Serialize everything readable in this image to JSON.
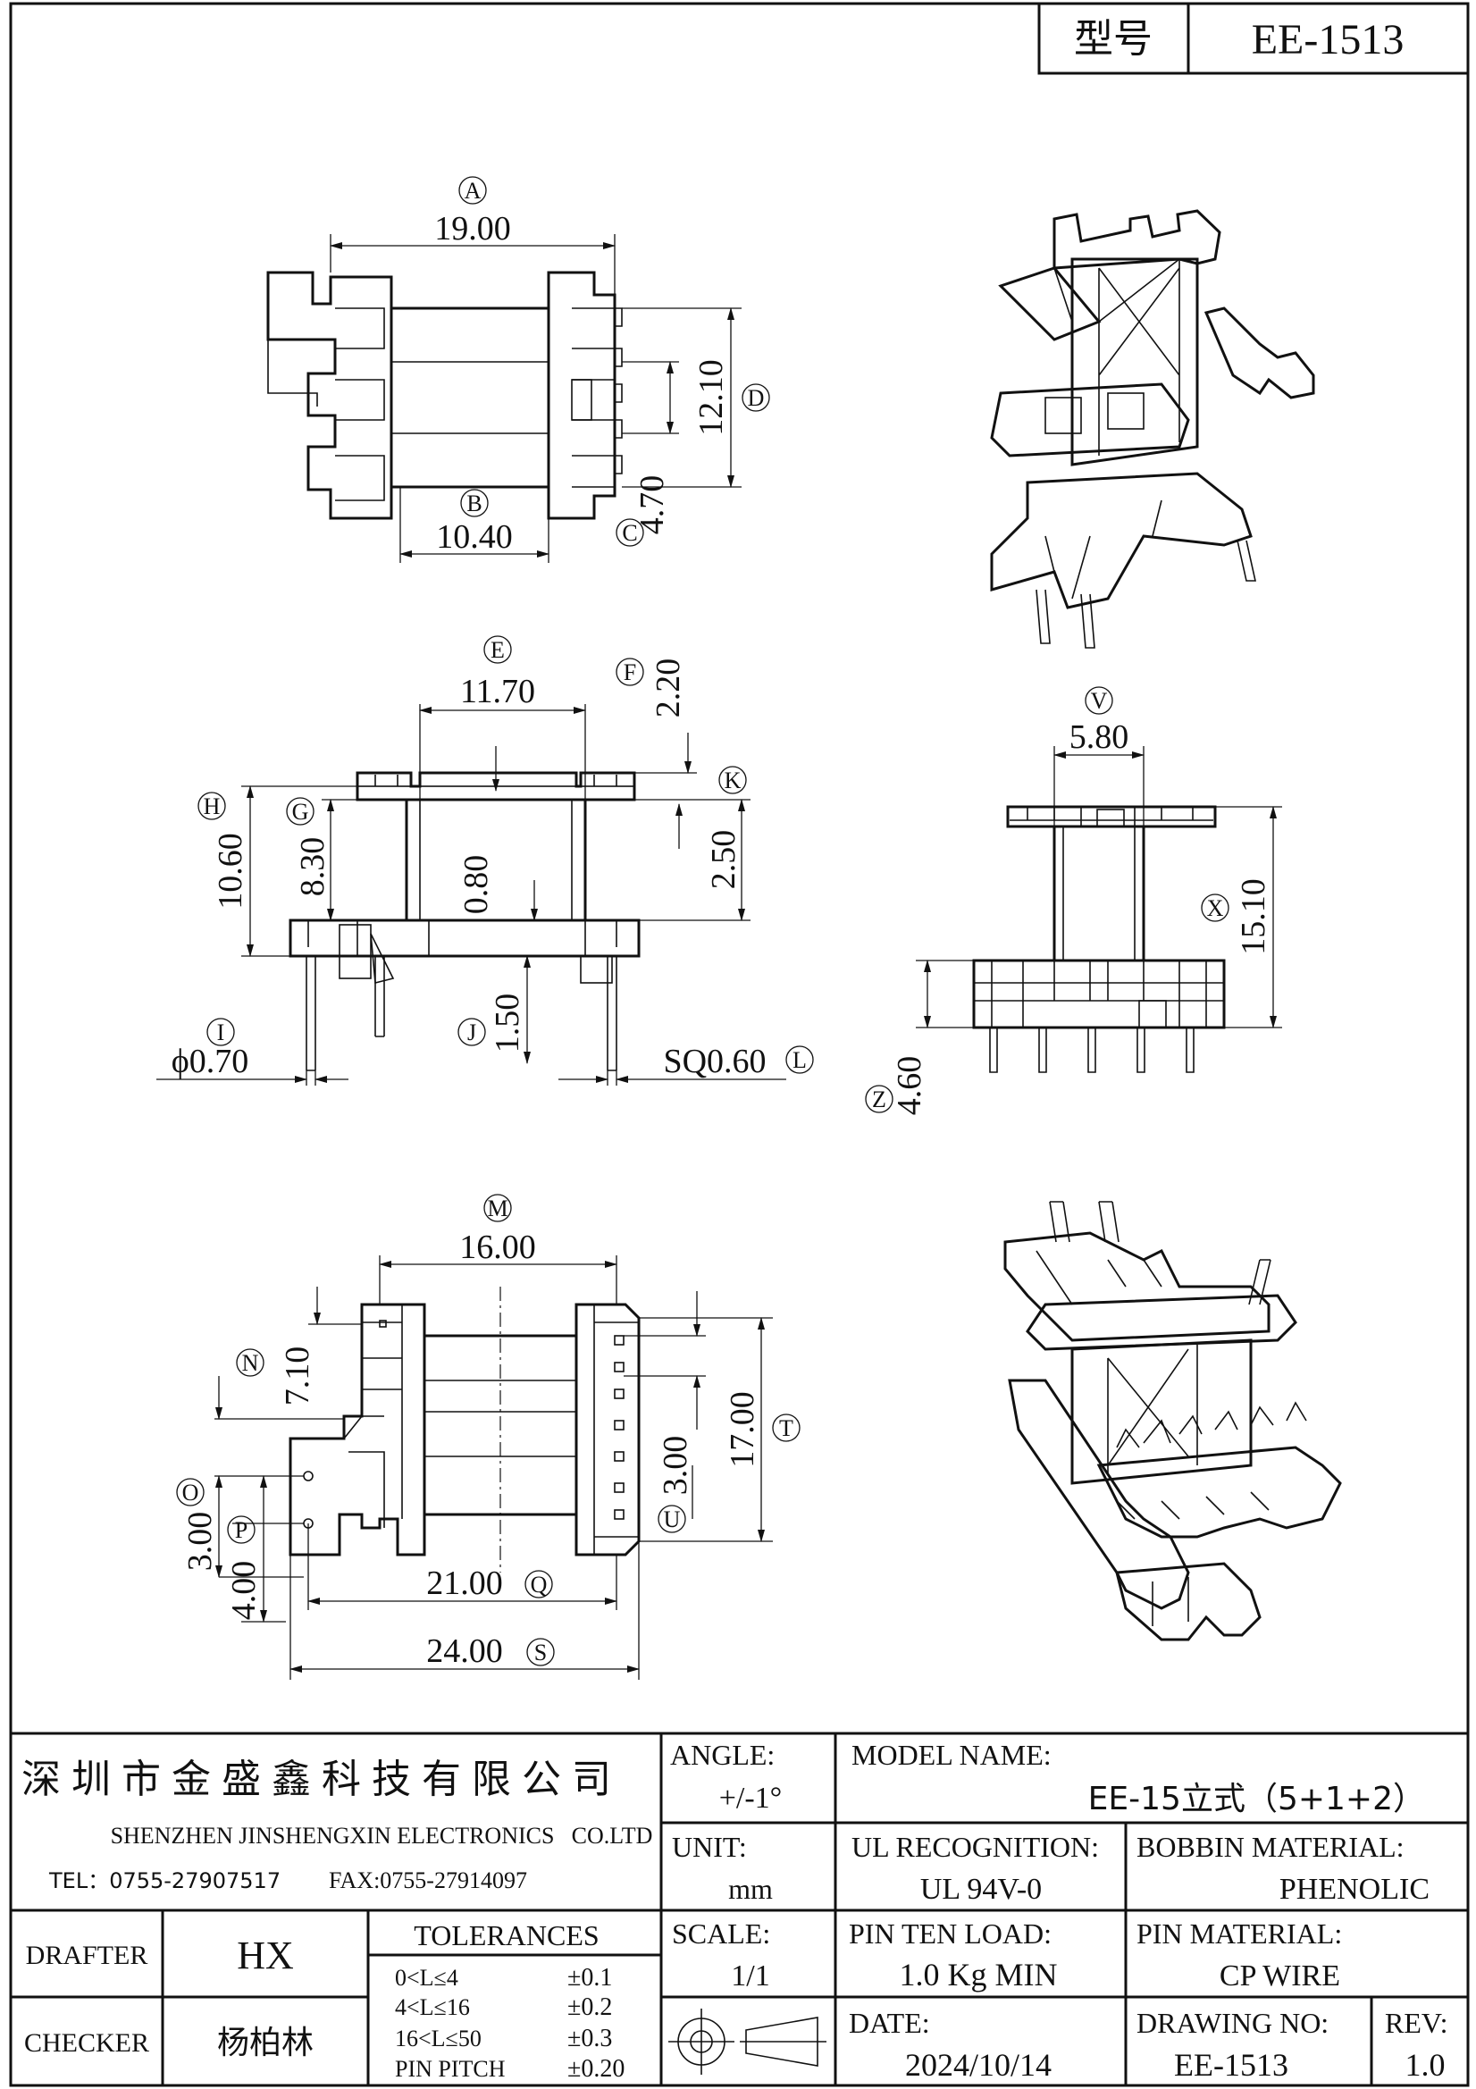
{
  "header": {
    "model_label": "型号",
    "model_value": "EE-1513"
  },
  "views": {
    "top": {
      "A": "19.00",
      "B": "10.40",
      "C": "4.70",
      "D": "12.10"
    },
    "front": {
      "E": "11.70",
      "F": "2.20",
      "G": "8.30",
      "H": "10.60",
      "K": "2.50",
      "center": "0.80",
      "I": "ϕ0.70",
      "J": "1.50",
      "L": "SQ0.60"
    },
    "side": {
      "V": "5.80",
      "X": "15.10",
      "Z": "4.60"
    },
    "bottom": {
      "M": "16.00",
      "N": "7.10",
      "O": "3.00",
      "P": "4.00",
      "Q": "21.00",
      "S": "24.00",
      "T": "17.00",
      "U": "3.00"
    },
    "callouts": [
      "A",
      "B",
      "C",
      "D",
      "E",
      "F",
      "G",
      "H",
      "I",
      "J",
      "K",
      "L",
      "M",
      "N",
      "O",
      "P",
      "Q",
      "S",
      "T",
      "U",
      "V",
      "X",
      "Z"
    ]
  },
  "title_block": {
    "company_cn": "深圳市金盛鑫科技有限公司",
    "company_en": "SHENZHEN JINSHENGXIN ELECTRONICS",
    "company_suffix": "CO.LTD",
    "tel": "TEL：0755-27907517",
    "fax": "FAX:0755-27914097",
    "angle_label": "ANGLE:",
    "angle_value": "+/-1°",
    "model_name_label": "MODEL NAME:",
    "model_name_value": "EE-15立式（5+1+2）",
    "unit_label": "UNIT:",
    "unit_value": "mm",
    "ul_label": "UL RECOGNITION:",
    "ul_value": "UL 94V-0",
    "bobbin_label": "BOBBIN MATERIAL:",
    "bobbin_value": "PHENOLIC",
    "drafter_label": "DRAFTER",
    "drafter_value": "HX",
    "checker_label": "CHECKER",
    "checker_value": "杨柏林",
    "tolerances_label": "TOLERANCES",
    "tolerances": [
      {
        "range": "0<L≤4",
        "value": "±0.1"
      },
      {
        "range": "4<L≤16",
        "value": "±0.2"
      },
      {
        "range": "16<L≤50",
        "value": "±0.3"
      },
      {
        "range": "PIN PITCH",
        "value": "±0.20"
      }
    ],
    "scale_label": "SCALE:",
    "scale_value": "1/1",
    "pin_load_label": "PIN TEN LOAD:",
    "pin_load_value": "1.0 Kg MIN",
    "pin_material_label": "PIN MATERIAL:",
    "pin_material_value": "CP WIRE",
    "date_label": "DATE:",
    "date_value": "2024/10/14",
    "drawing_no_label": "DRAWING NO:",
    "drawing_no_value": "EE-1513",
    "rev_label": "REV:",
    "rev_value": "1.0"
  }
}
